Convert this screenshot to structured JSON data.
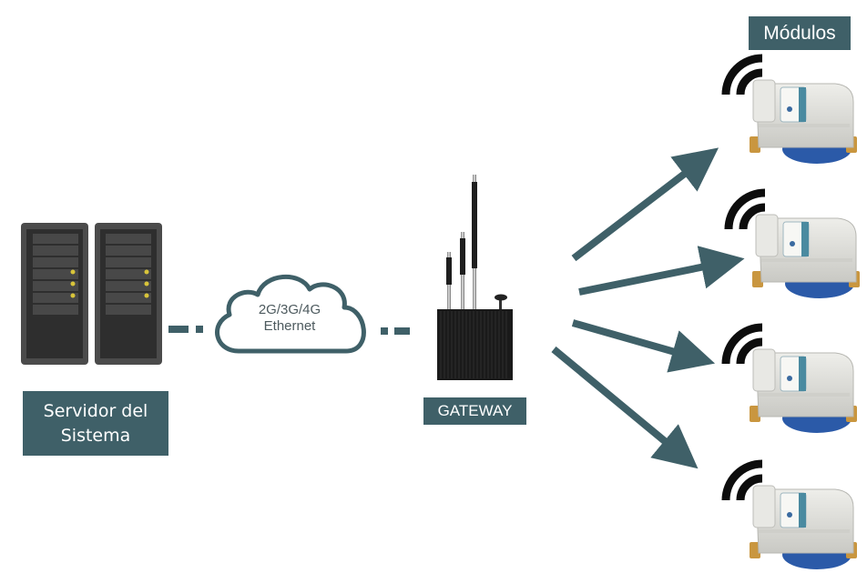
{
  "diagram": {
    "type": "network-architecture",
    "colors": {
      "accent": "#3f6068",
      "label_text": "#ffffff",
      "cloud_text": "#4d5a5e",
      "server_body": "#3a3a3a",
      "led": "#d8c43a",
      "gateway_body": "#1a1a1a",
      "wifi": "#0d0d0d",
      "meter_body": "#dcdcd8",
      "meter_base": "#2b5aa8",
      "brass": "#c9963f"
    },
    "server": {
      "label": "Servidor del\nSistema",
      "icon": "server-rack-icon",
      "count": 2
    },
    "connection": {
      "cloud_line1": "2G/3G/4G",
      "cloud_line2": "Ethernet",
      "icon": "cloud-icon",
      "line_style": "dashed"
    },
    "gateway": {
      "label": "GATEWAY",
      "icon": "gateway-antenna-icon",
      "antennas": 3
    },
    "modules": {
      "label": "Módulos",
      "items": [
        {
          "icon": "water-meter-icon",
          "signal": "wifi-icon"
        },
        {
          "icon": "water-meter-icon",
          "signal": "wifi-icon"
        },
        {
          "icon": "water-meter-icon",
          "signal": "wifi-icon"
        },
        {
          "icon": "water-meter-icon",
          "signal": "wifi-icon"
        }
      ]
    },
    "links": [
      {
        "from": "server",
        "to": "cloud",
        "style": "dashed"
      },
      {
        "from": "cloud",
        "to": "gateway",
        "style": "dashed"
      },
      {
        "from": "gateway",
        "to": "module-1",
        "style": "arrow"
      },
      {
        "from": "gateway",
        "to": "module-2",
        "style": "arrow"
      },
      {
        "from": "gateway",
        "to": "module-3",
        "style": "arrow"
      },
      {
        "from": "gateway",
        "to": "module-4",
        "style": "arrow"
      }
    ]
  }
}
